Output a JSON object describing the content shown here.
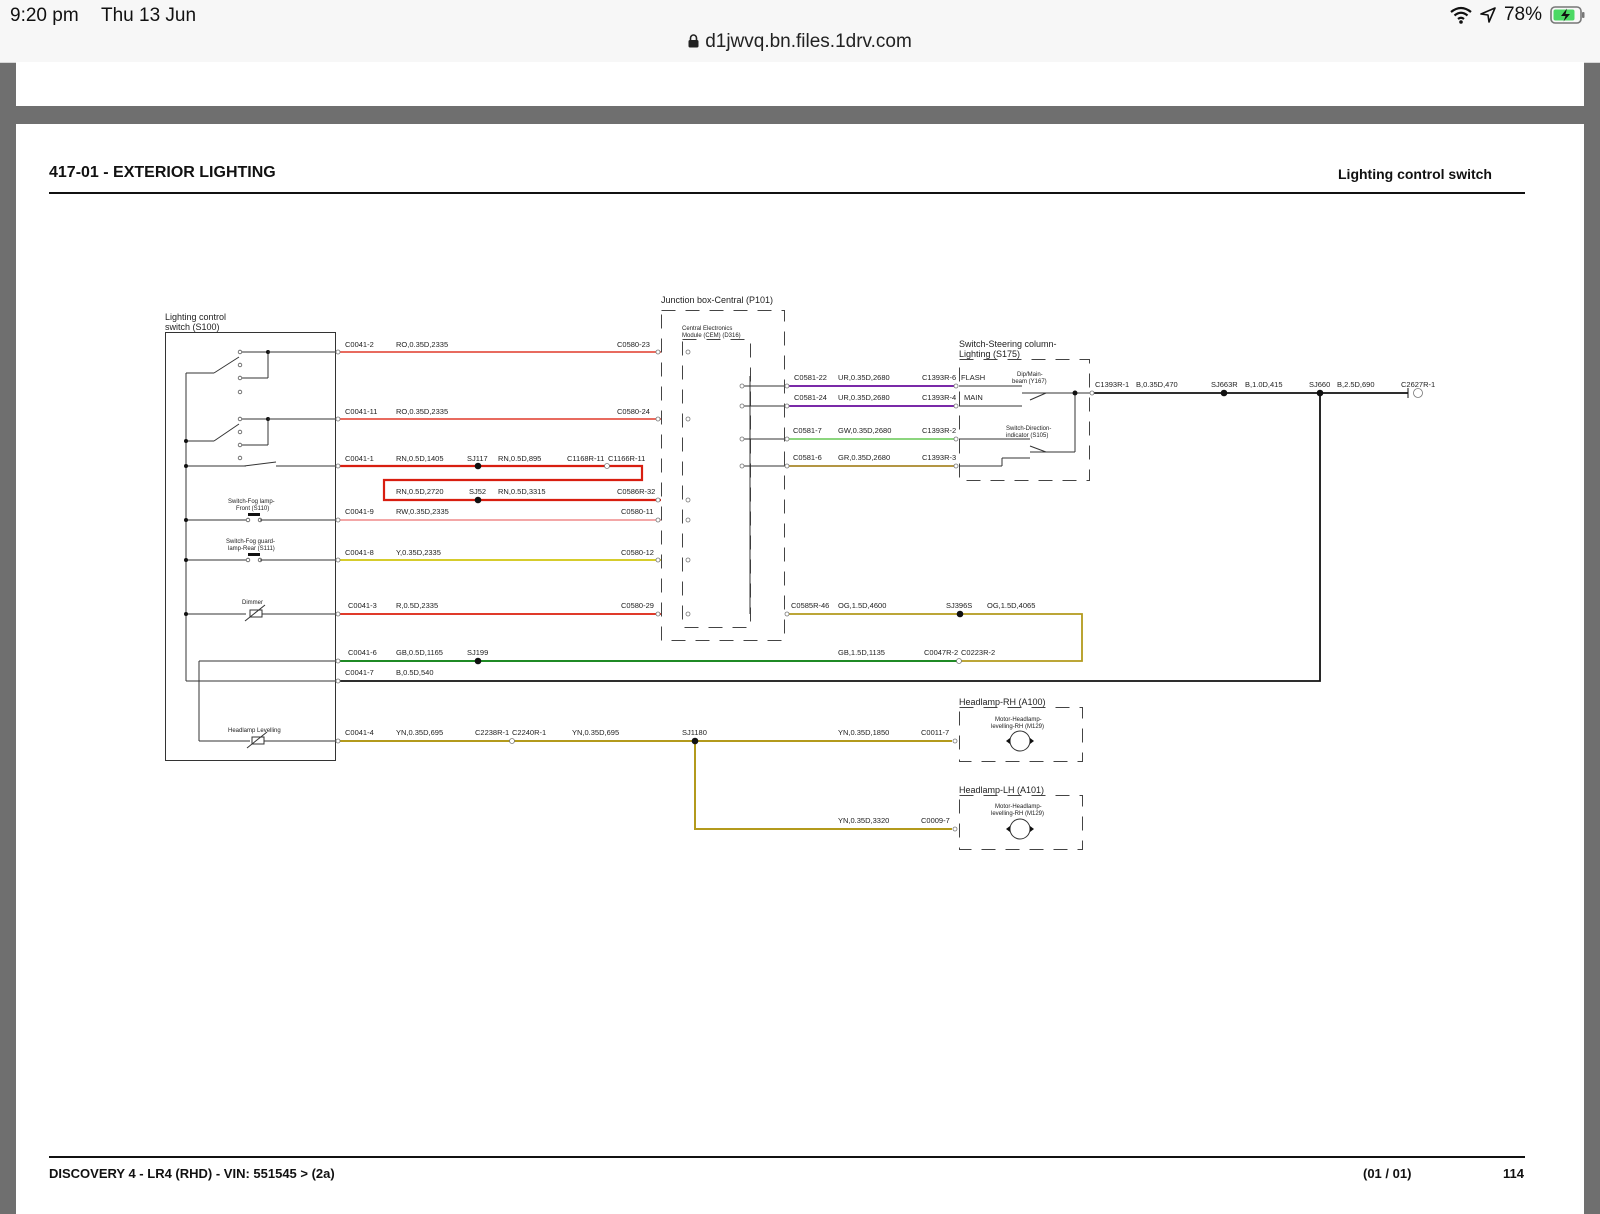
{
  "status": {
    "time": "9:20 pm",
    "date": "Thu 13 Jun",
    "battery": "78%"
  },
  "browser": {
    "url": "d1jwvq.bn.files.1drv.com"
  },
  "document": {
    "section": "417-01 - EXTERIOR LIGHTING",
    "title": "Lighting control switch",
    "footer_left": "DISCOVERY 4 - LR4  (RHD) - VIN: 551545 >  (2a)",
    "footer_mid": "(01 / 01)",
    "footer_page": "114"
  },
  "diagram": {
    "switch_title_1": "Lighting control",
    "switch_title_2": "switch (S100)",
    "jb_title": "Junction box-Central (P101)",
    "cem_1": "Central Electronics",
    "cem_2": "Module (CEM) (D316)",
    "steer_1": "Switch-Steering column-",
    "steer_2": "Lighting (S175)",
    "dip_1": "Dip/Main-",
    "dip_2": "beam (Y167)",
    "dir_1": "Switch-Direction-",
    "dir_2": "indicator (S105)",
    "fogf_1": "Switch-Fog lamp-",
    "fogf_2": "Front (S110)",
    "fogr_1": "Switch-Fog guard-",
    "fogr_2": "lamp-Rear (S111)",
    "dimmer": "Dimmer",
    "hl_lev": "Headlamp Levelling",
    "hl_rh": "Headlamp-RH (A100)",
    "hl_lh": "Headlamp-LH (A101)",
    "motor_rh_1": "Motor-Headlamp-",
    "motor_rh_2": "levelling-RH (M129)",
    "motor_lh_1": "Motor-Headlamp-",
    "motor_lh_2": "levelling-RH (M129)",
    "w1_a": "C0041-2",
    "w1_b": "RO,0.35D,2335",
    "w1_c": "C0580-23",
    "w2_a": "C0041-11",
    "w2_b": "RO,0.35D,2335",
    "w2_c": "C0580-24",
    "w3_a": "C0041-1",
    "w3_b": "RN,0.5D,1405",
    "w3_sj": "SJ117",
    "w3_c": "RN,0.5D,895",
    "w3_d": "C1168R-11",
    "w3_e": "C1166R-11",
    "w4_b": "RN,0.5D,2720",
    "w4_sj": "SJ52",
    "w4_c": "RN,0.5D,3315",
    "w4_d": "C0586R-32",
    "w5_a": "C0041-9",
    "w5_b": "RW,0.35D,2335",
    "w5_c": "C0580-11",
    "w6_a": "C0041-8",
    "w6_b": "Y,0.35D,2335",
    "w6_c": "C0580-12",
    "w7_a": "C0041-3",
    "w7_b": "R,0.5D,2335",
    "w7_c": "C0580-29",
    "w7_d": "C0585R-46",
    "w7_e": "OG,1.5D,4600",
    "w7_sj": "SJ396S",
    "w7_f": "OG,1.5D,4065",
    "w8_a": "C0041-6",
    "w8_b": "GB,0.5D,1165",
    "w8_sj": "SJ199",
    "w8_c": "GB,1.5D,1135",
    "w8_d": "C0047R-2",
    "w8_e": "C0223R-2",
    "w9_a": "C0041-7",
    "w9_b": "B,0.5D,540",
    "w10_a": "C0041-4",
    "w10_b": "YN,0.35D,695",
    "w10_c": "C2238R-1",
    "w10_d": "C2240R-1",
    "w10_e": "YN,0.35D,695",
    "w10_sj": "SJ1180",
    "w10_f": "YN,0.35D,1850",
    "w10_g": "C0011-7",
    "w11_a": "YN,0.35D,3320",
    "w11_b": "C0009-7",
    "r1_a": "C0581-22",
    "r1_b": "UR,0.35D,2680",
    "r1_c": "C1393R-6",
    "r1_d": "FLASH",
    "r2_a": "C0581-24",
    "r2_b": "UR,0.35D,2680",
    "r2_c": "C1393R-4",
    "r2_d": "MAIN",
    "r3_a": "C0581-7",
    "r3_b": "GW,0.35D,2680",
    "r3_c": "C1393R-2",
    "r4_a": "C0581-6",
    "r4_b": "GR,0.35D,2680",
    "r4_c": "C1393R-3",
    "g_a": "C1393R-1",
    "g_b": "B,0.35D,470",
    "g_c": "SJ663R",
    "g_d": "B,1.0D,415",
    "g_e": "SJ660",
    "g_f": "B,2.5D,690",
    "g_g": "C2627R-1"
  },
  "colors": {
    "red": "#e03a2a",
    "red_thick": "#d81e10",
    "pink": "#ef8a8a",
    "yellow": "#d6cc2c",
    "olive": "#b39a1c",
    "green": "#1f8a25",
    "purple": "#7a2aa8",
    "lightgreen": "#7ccf6c",
    "brown": "#a8872a",
    "black": "#111111"
  }
}
